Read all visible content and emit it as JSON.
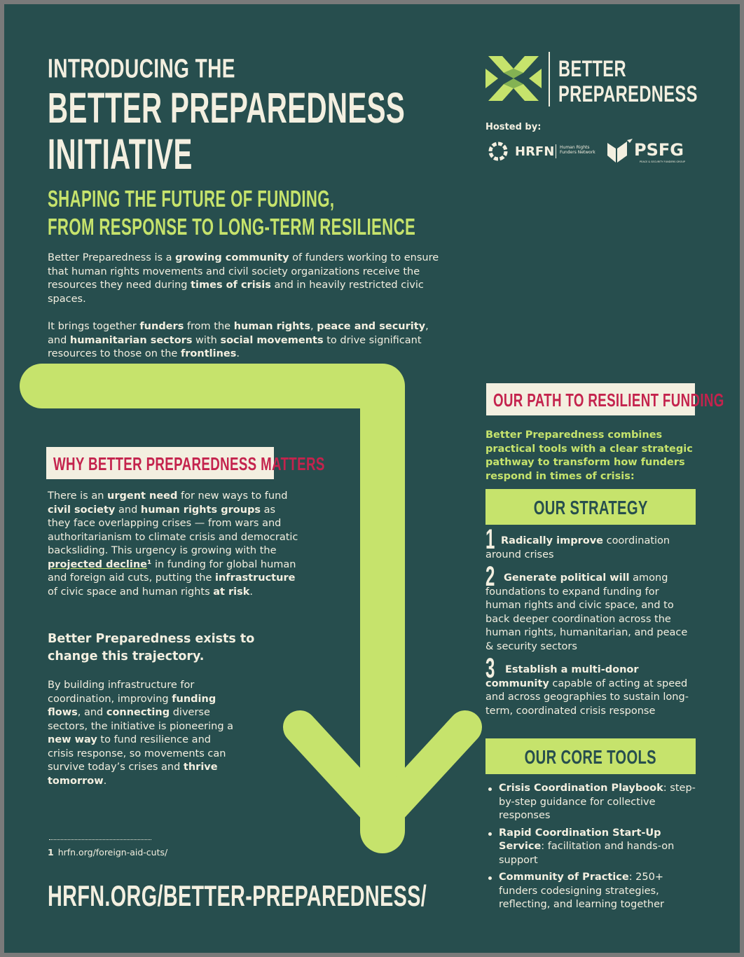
{
  "header": {
    "intro": "INTRODUCING THE",
    "title_line1": "BETTER PREPAREDNESS",
    "title_line2": "INITIATIVE",
    "subtitle_line1": "SHAPING THE FUTURE OF FUNDING,",
    "subtitle_line2": "FROM RESPONSE TO LONG-TERM RESILIENCE"
  },
  "logo": {
    "word1": "BETTER",
    "word2": "PREPAREDNESS",
    "hosted_by": "Hosted by:",
    "hrfn_word": "HRFN",
    "hrfn_small1": "Human Rights",
    "hrfn_small2": "Funders Network",
    "psfg_word": "PSFG",
    "psfg_small": "PEACE & SECURITY FUNDERS GROUP",
    "icon": "better-preparedness-logo-icon"
  },
  "intro": {
    "p1": [
      {
        "t": "Better Preparedness is a "
      },
      {
        "t": "growing community",
        "b": true
      },
      {
        "t": " of funders working to ensure that human rights movements and civil society organizations receive the resources they need during "
      },
      {
        "t": "times of crisis",
        "b": true
      },
      {
        "t": " and in heavily restricted civic spaces."
      }
    ],
    "p2": [
      {
        "t": "It brings together "
      },
      {
        "t": "funders",
        "b": true
      },
      {
        "t": " from the "
      },
      {
        "t": "human rights",
        "b": true
      },
      {
        "t": ", "
      },
      {
        "t": "peace and security",
        "b": true
      },
      {
        "t": ", and "
      },
      {
        "t": "humanitarian sectors",
        "b": true
      },
      {
        "t": " with "
      },
      {
        "t": "social movements",
        "b": true
      },
      {
        "t": " to drive significant resources to those on the "
      },
      {
        "t": "frontlines",
        "b": true
      },
      {
        "t": "."
      }
    ]
  },
  "why": {
    "label": "WHY BETTER PREPAREDNESS MATTERS",
    "p1": [
      {
        "t": "There is an "
      },
      {
        "t": "urgent need",
        "b": true
      },
      {
        "t": " for new ways to fund "
      },
      {
        "t": "civil society",
        "b": true
      },
      {
        "t": " and "
      },
      {
        "t": "human rights groups",
        "b": true
      },
      {
        "t": " as they face overlapping crises — from wars and authoritarianism to climate crisis and democratic backsliding. This urgency is growing with the "
      },
      {
        "t": "projected decline",
        "b": true,
        "u": true
      },
      {
        "t": "¹",
        "b": true
      },
      {
        "t": " in funding for global human and foreign aid cuts, putting the "
      },
      {
        "t": "infrastructure",
        "b": true
      },
      {
        "t": " of civic space and human rights "
      },
      {
        "t": "at risk",
        "b": true
      },
      {
        "t": "."
      }
    ],
    "exists": "Better Preparedness exists to change this trajectory.",
    "p2": [
      {
        "t": "By building infrastructure for coordination, improving "
      },
      {
        "t": "funding flows",
        "b": true
      },
      {
        "t": ", and "
      },
      {
        "t": "connecting",
        "b": true
      },
      {
        "t": " diverse sectors, the initiative is pioneering a "
      },
      {
        "t": "new way",
        "b": true
      },
      {
        "t": " to fund resilience and crisis response, so movements can survive today’s crises and "
      },
      {
        "t": "thrive tomorrow",
        "b": true
      },
      {
        "t": "."
      }
    ],
    "footnote_num": "1",
    "footnote_text": "hrfn.org/foreign-aid-cuts/"
  },
  "footer": {
    "url": "HRFN.ORG/BETTER-PREPAREDNESS/"
  },
  "path": {
    "label": "OUR PATH TO RESILIENT FUNDING",
    "intro": "Better Preparedness combines practical tools with a clear strategic pathway to transform how funders respond in times of crisis:",
    "strategy_title": "OUR STRATEGY",
    "strategy": [
      {
        "num": "1",
        "runs": [
          {
            "t": "Radically improve",
            "b": true
          },
          {
            "t": " coordination around crises"
          }
        ]
      },
      {
        "num": "2",
        "runs": [
          {
            "t": "Generate political will",
            "b": true
          },
          {
            "t": " among foundations to expand funding for human rights and civic space, and to back deeper coordination across the human rights, humanitarian, and peace & security sectors"
          }
        ]
      },
      {
        "num": "3",
        "runs": [
          {
            "t": "Establish a multi-donor community",
            "b": true
          },
          {
            "t": " capable of acting at speed and across geographies to sustain long-term, coordinated crisis response"
          }
        ]
      }
    ],
    "tools_title": "OUR CORE TOOLS",
    "tools": [
      {
        "runs": [
          {
            "t": "Crisis Coordination Playbook",
            "b": true
          },
          {
            "t": ": step-by-step guidance for collective responses"
          }
        ]
      },
      {
        "runs": [
          {
            "t": "Rapid Coordination Start-Up Service",
            "b": true
          },
          {
            "t": ": facilitation and hands-on support"
          }
        ]
      },
      {
        "runs": [
          {
            "t": "Community of Practice",
            "b": true
          },
          {
            "t": ": 250+ funders codesigning strategies, reflecting, and learning together"
          }
        ]
      }
    ]
  },
  "colors": {
    "background": "#274e4e",
    "accent_green": "#c6e36c",
    "cream": "#f3efe0",
    "label_red": "#c4234d"
  }
}
